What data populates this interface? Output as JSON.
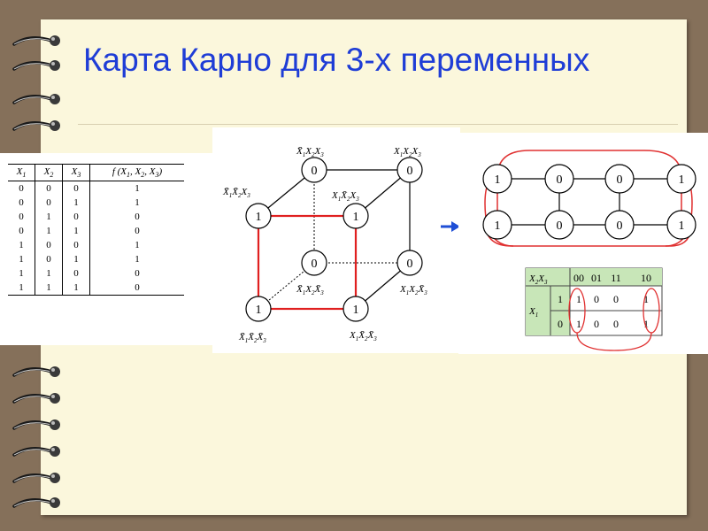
{
  "slide": {
    "title": "Карта Карно для 3-х переменных"
  },
  "truth_table": {
    "headers": [
      "X1",
      "X2",
      "X3",
      "f (X1, X2, X3)"
    ],
    "rows": [
      [
        "0",
        "0",
        "0",
        "1"
      ],
      [
        "0",
        "0",
        "1",
        "1"
      ],
      [
        "0",
        "1",
        "0",
        "0"
      ],
      [
        "0",
        "1",
        "1",
        "0"
      ],
      [
        "1",
        "0",
        "0",
        "1"
      ],
      [
        "1",
        "0",
        "1",
        "1"
      ],
      [
        "1",
        "1",
        "0",
        "0"
      ],
      [
        "1",
        "1",
        "1",
        "0"
      ]
    ]
  },
  "cube": {
    "nodes": {
      "back_top_left": "0",
      "back_top_right": "0",
      "front_top_left": "1",
      "front_top_right": "1",
      "back_bottom_left": "0",
      "back_bottom_right": "0",
      "front_bottom_left": "1",
      "front_bottom_right": "1"
    },
    "arrow": "→"
  },
  "graph": {
    "top_row": [
      "1",
      "0",
      "0",
      "1"
    ],
    "bottom_row": [
      "1",
      "0",
      "0",
      "1"
    ]
  },
  "kmap": {
    "header_corner": "X2X3",
    "col_headers": [
      "00",
      "01",
      "11",
      "10"
    ],
    "row_var": "X1",
    "rows": [
      {
        "label": "1",
        "cells": [
          "1",
          "0",
          "0",
          "1"
        ]
      },
      {
        "label": "0",
        "cells": [
          "1",
          "0",
          "0",
          "1"
        ]
      }
    ],
    "colors": {
      "header_bg": "#c8e6b8",
      "grouping": "#e03030"
    }
  },
  "colors": {
    "title": "#1f3dd6",
    "highlight_edge": "#e02020",
    "arrow": "#1f4fd6",
    "paper": "#fbf7dc",
    "background": "#85705a"
  }
}
